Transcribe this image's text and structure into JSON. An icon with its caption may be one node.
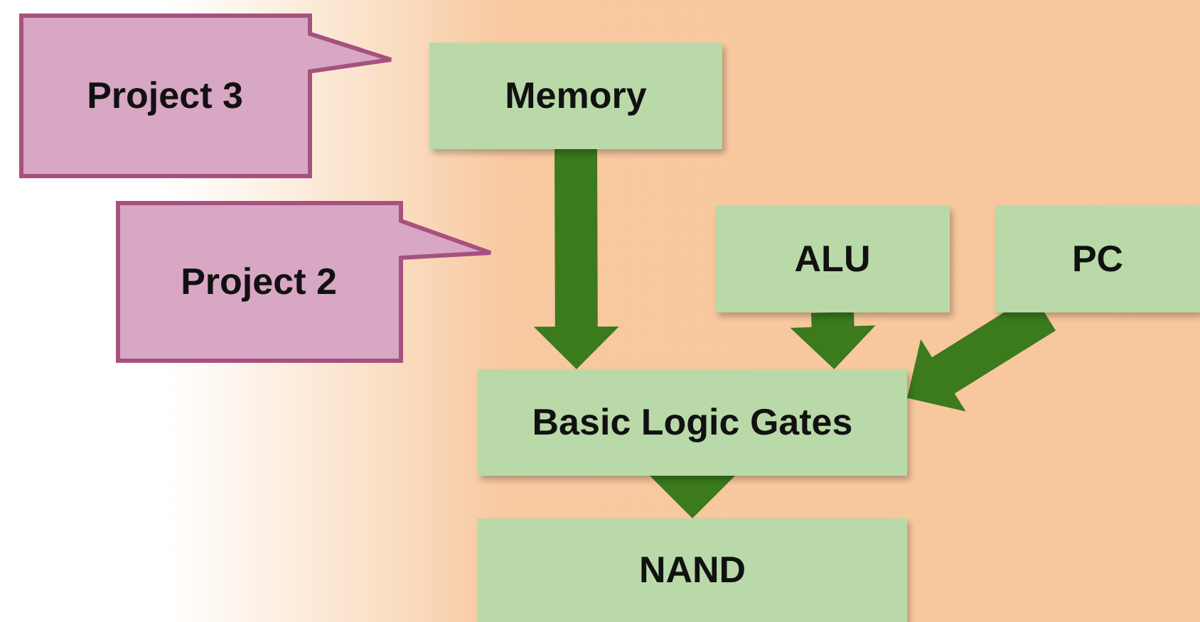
{
  "diagram": {
    "nodes": [
      {
        "text": [
          "Project 3"
        ]
      },
      {
        "text": [
          "Memory"
        ]
      },
      {
        "text": [
          "Project 2"
        ]
      },
      {
        "text": [
          "ALU"
        ]
      },
      {
        "text": [
          "PC"
        ]
      },
      {
        "text": [
          "Basic Logic Gates"
        ]
      },
      {
        "text": [
          "NAND"
        ]
      }
    ],
    "edges": [
      {
        "from": 1,
        "to": 5,
        "arrow": "to",
        "style": "thick"
      },
      {
        "from": 3,
        "to": 5,
        "arrow": "to",
        "style": "thick"
      },
      {
        "from": 4,
        "to": 5,
        "arrow": "to",
        "style": "thick"
      },
      {
        "from": 5,
        "to": 6,
        "arrow": "to",
        "style": "thick"
      }
    ]
  }
}
